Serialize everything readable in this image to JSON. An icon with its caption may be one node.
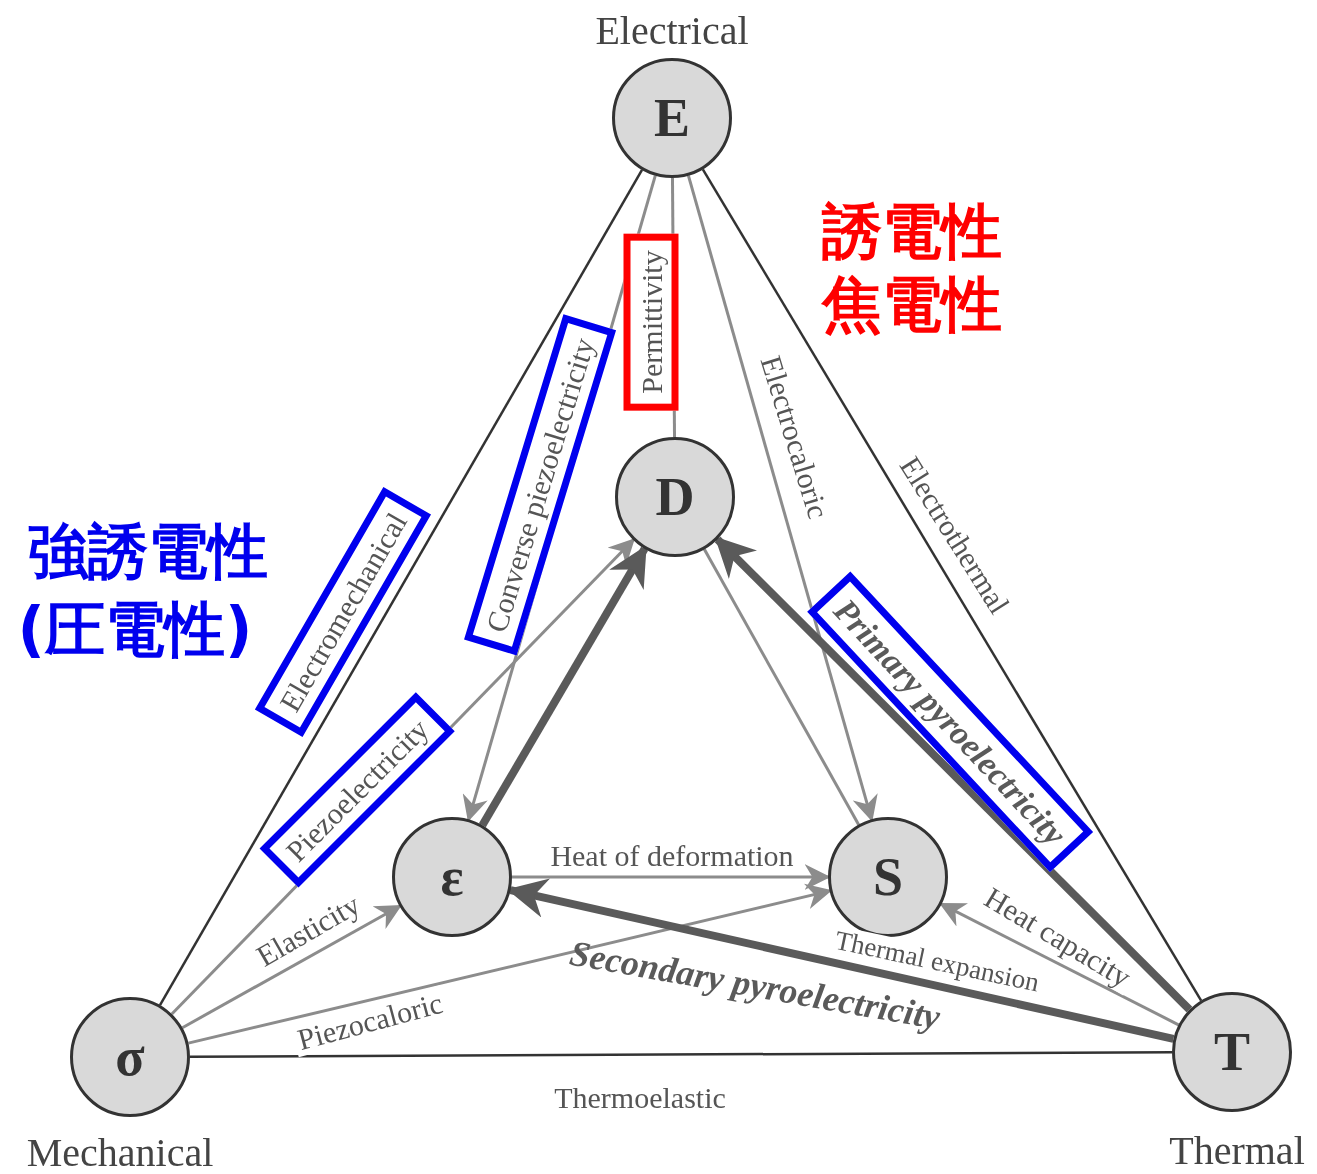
{
  "diagram": {
    "nodes": [
      {
        "text": [
          "E"
        ],
        "beside": [
          "Electrical"
        ]
      },
      {
        "text": [
          "D"
        ]
      },
      {
        "text": [
          "ε"
        ]
      },
      {
        "text": [
          "S"
        ]
      },
      {
        "text": [
          "σ"
        ],
        "beside": [
          "Mechanical"
        ]
      },
      {
        "text": [
          "T"
        ],
        "beside": [
          "Thermal"
        ]
      }
    ],
    "edges": [
      {
        "from": 4,
        "to": 0,
        "arrow": "none",
        "label": "Electromechanical",
        "color": "#333333"
      },
      {
        "from": 0,
        "to": 5,
        "arrow": "none",
        "label": "Electrothermal",
        "color": "#333333"
      },
      {
        "from": 4,
        "to": 5,
        "arrow": "none",
        "label": "Thermoelastic",
        "color": "#333333"
      },
      {
        "from": 0,
        "to": 1,
        "arrow": "none",
        "label": "Permittivity"
      },
      {
        "from": 0,
        "to": 2,
        "arrow": "to",
        "label": "Converse piezoelectricity"
      },
      {
        "from": 0,
        "to": 3,
        "arrow": "to",
        "label": "Electrocaloric"
      },
      {
        "from": 4,
        "to": 1,
        "arrow": "to",
        "label": "Piezoelectricity"
      },
      {
        "from": 4,
        "to": 2,
        "arrow": "to",
        "label": "Elasticity"
      },
      {
        "from": 4,
        "to": 3,
        "arrow": "to",
        "label": "Piezocaloric"
      },
      {
        "from": 2,
        "to": 3,
        "arrow": "to",
        "label": "Heat of deformation"
      },
      {
        "from": 2,
        "to": 1,
        "arrow": "to",
        "style": "thick",
        "color": "#5a5a5a"
      },
      {
        "from": 5,
        "to": 1,
        "arrow": "to",
        "label": "Primary pyroelectricity",
        "style": "thick",
        "color": "#5a5a5a"
      },
      {
        "from": 5,
        "to": 2,
        "arrow": "to",
        "label": "Thermal expansion",
        "style": "thick",
        "color": "#5a5a5a"
      },
      {
        "from": 5,
        "to": 3,
        "arrow": "to",
        "label": "Heat capacity"
      },
      {
        "from": 1,
        "to": 3,
        "arrow": "none"
      }
    ],
    "labels": [
      "誘電性",
      "焦電性",
      "強誘電性",
      "(圧電性)",
      "Secondary pyroelectricity"
    ]
  }
}
